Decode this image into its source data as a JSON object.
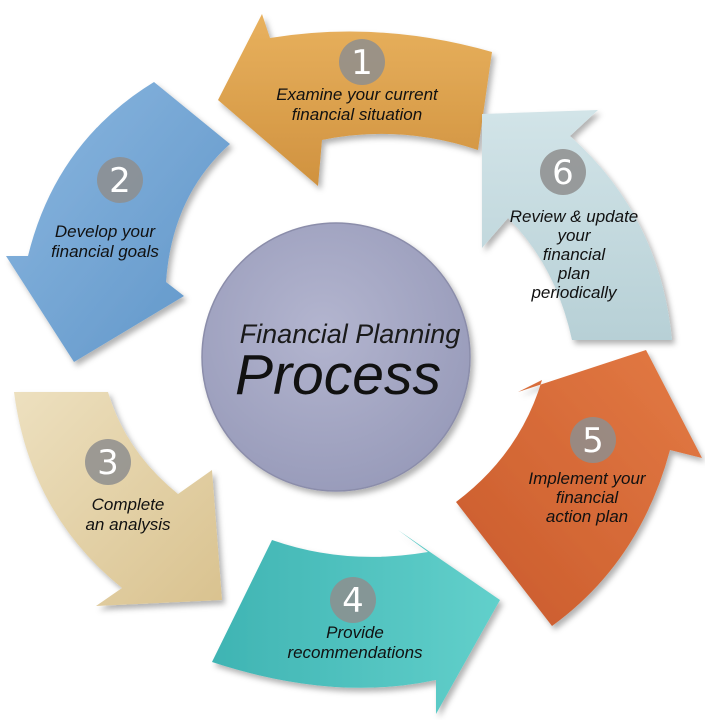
{
  "center": {
    "line1": "Financial Planning",
    "line2": "Process"
  },
  "steps": [
    {
      "number": "1",
      "lines": [
        "Examine your current",
        "financial situation"
      ],
      "color": "#dda24e"
    },
    {
      "number": "2",
      "lines": [
        "Develop your",
        "financial goals"
      ],
      "color": "#77a9d7"
    },
    {
      "number": "3",
      "lines": [
        "Complete",
        "an analysis"
      ],
      "color": "#e5d1a6"
    },
    {
      "number": "4",
      "lines": [
        "Provide",
        "recommendations"
      ],
      "color": "#4dc1bf"
    },
    {
      "number": "5",
      "lines": [
        "Implement your",
        "financial",
        "action plan"
      ],
      "color": "#d96c38"
    },
    {
      "number": "6",
      "lines": [
        "Review & update",
        "your",
        "financial",
        "plan",
        "periodically"
      ],
      "color": "#c4dbe0"
    }
  ],
  "colors": {
    "center_fill": "#a4a6c4",
    "badge_fill": "#8e8e8e"
  }
}
